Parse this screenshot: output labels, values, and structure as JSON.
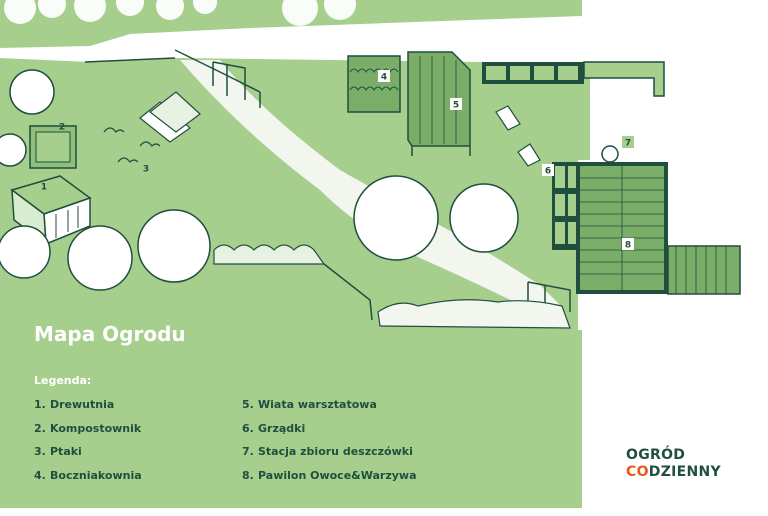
{
  "title": "Mapa Ogrodu",
  "legend": {
    "heading": "Legenda:",
    "items": [
      {
        "num": "1.",
        "label": "Drewutnia"
      },
      {
        "num": "2.",
        "label": "Kompostownik"
      },
      {
        "num": "3.",
        "label": "Ptaki"
      },
      {
        "num": "4.",
        "label": "Boczniakownia"
      },
      {
        "num": "5.",
        "label": "Wiata warsztatowa"
      },
      {
        "num": "6.",
        "label": "Grządki"
      },
      {
        "num": "7.",
        "label": "Stacja zbioru deszczówki"
      },
      {
        "num": "8.",
        "label": "Pawilon Owoce&Warzywa"
      }
    ]
  },
  "markers": [
    "1",
    "2",
    "3",
    "4",
    "5",
    "6",
    "7",
    "8"
  ],
  "logo": {
    "line1": "OGRÓD",
    "line2_accent": "CO",
    "line2_rest": "DZIENNY"
  },
  "colors": {
    "grass": "#a6cf8e",
    "dark_green": "#1f4f3d",
    "white": "#ffffff",
    "accent": "#e8591c",
    "structure": "#6f9f63"
  }
}
